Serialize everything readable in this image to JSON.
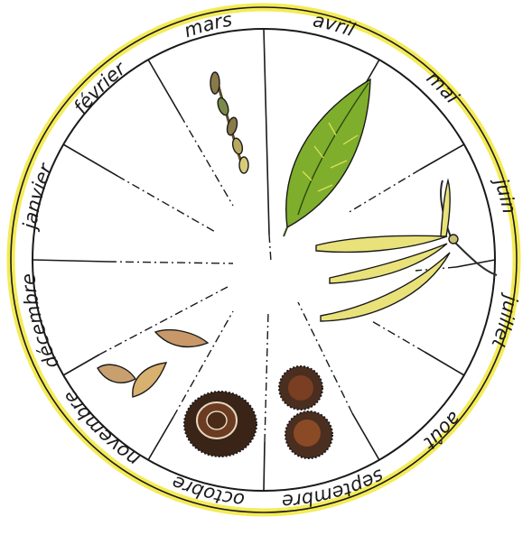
{
  "diagram": {
    "months": [
      {
        "label": "janvier"
      },
      {
        "label": "février"
      },
      {
        "label": "mars"
      },
      {
        "label": "avril"
      },
      {
        "label": "mai"
      },
      {
        "label": "juin"
      },
      {
        "label": "juillet"
      },
      {
        "label": "août"
      },
      {
        "label": "septembre"
      },
      {
        "label": "octobre"
      },
      {
        "label": "novembre"
      },
      {
        "label": "décembre"
      }
    ],
    "colors": {
      "rim_highlight": "#f2e83a",
      "leaf_green": "#7fae2c",
      "leaf_yellow": "#e4e35a",
      "catkin_yellow": "#e9e27a",
      "chestnut_brown": "#6b3b22",
      "husk_dark": "#4a2e1f",
      "ink": "#1a1a1a"
    },
    "icons": [
      "bud-twig-icon",
      "leaf-icon",
      "catkin-icon",
      "chestnut-husk-icon",
      "open-husk-icon",
      "dry-leaves-icon"
    ]
  }
}
